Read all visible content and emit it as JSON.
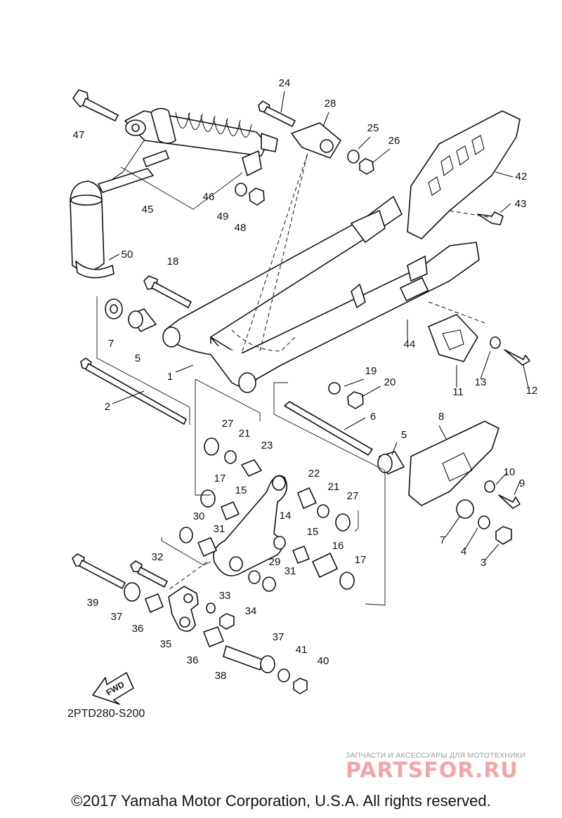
{
  "diagram": {
    "drawing_code": "2PTD280-S200",
    "fwd_label": "FWD",
    "callouts": [
      "1",
      "2",
      "3",
      "4",
      "5",
      "5",
      "6",
      "7",
      "7",
      "8",
      "9",
      "10",
      "11",
      "12",
      "13",
      "14",
      "15",
      "15",
      "16",
      "17",
      "17",
      "18",
      "19",
      "20",
      "21",
      "21",
      "22",
      "23",
      "24",
      "25",
      "26",
      "27",
      "27",
      "28",
      "29",
      "30",
      "31",
      "31",
      "32",
      "33",
      "34",
      "35",
      "36",
      "36",
      "37",
      "37",
      "38",
      "39",
      "40",
      "41",
      "42",
      "43",
      "44",
      "45",
      "46",
      "47",
      "48",
      "49",
      "50"
    ]
  },
  "watermark": {
    "caption": "ЗАПЧАСТИ И АКСЕССУАРЫ ДЛЯ МОТОТЕХНИКИ",
    "brand": "PARTSFOR.RU"
  },
  "footer": {
    "copyright": "©2017 Yamaha Motor Corporation, U.S.A. All rights reserved."
  }
}
